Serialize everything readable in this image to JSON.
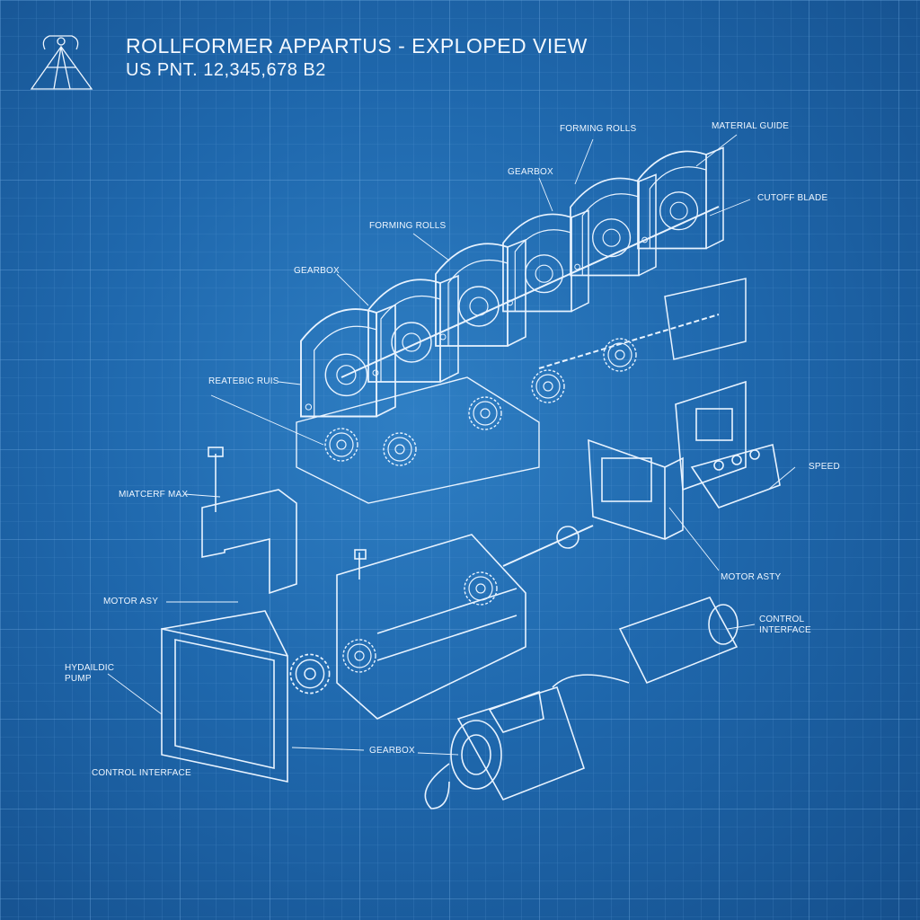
{
  "title": "ROLLFORMER APPARTUS - EXPLOPED VIEW",
  "subtitle": "US PNT. 12,345,678 B2",
  "labels": {
    "forming_rolls_top": "FORMING ROLLS",
    "material_guide": "MATERIAL GUIDE",
    "gearbox_top": "GEARBOX",
    "cutoff_blade": "CUTOFF BLADE",
    "forming_rolls_mid": "FORMING ROLLS",
    "gearbox_left": "GEARBOX",
    "reatebic_ruls": "REATEBIC RUIS",
    "speed": "SPEED",
    "matcerf_max": "MIATCERF MAX",
    "motor_asty": "MOTOR ASTY",
    "motor_asy": "MOTOR ASY",
    "control_interface_right": "CONTROL INTERFACE",
    "hydraulic_pump": "HYDAILDIC PUMP",
    "gearbox_bottom": "GEARBOX",
    "control_interface_bottom": "CONTROL INTERFACE"
  },
  "colors": {
    "line": "#e8f3ff",
    "grid_minor": "#5a9ad6",
    "grid_major": "#6aa8e0"
  },
  "icons": [
    "logo-icon"
  ]
}
